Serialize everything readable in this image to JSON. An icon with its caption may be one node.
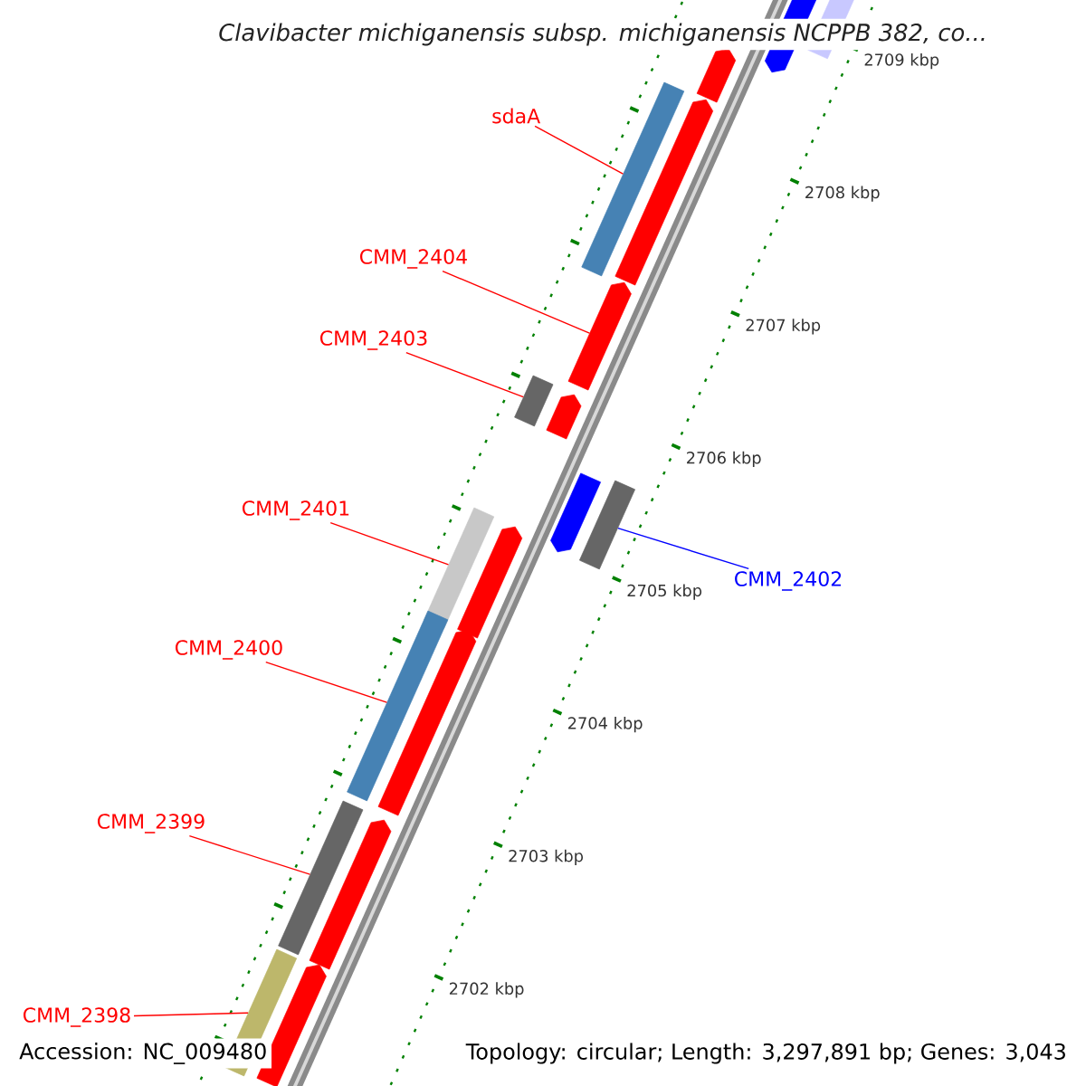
{
  "diagram": {
    "title": "Clavibacter michiganensis subsp. michiganensis NCPPB 382, co...",
    "nodes": [
      {
        "text": [
          "sdaA"
        ]
      },
      {
        "text": [],
        "shape": "bar"
      },
      {
        "text": [
          "CMM_2404"
        ]
      },
      {
        "text": [],
        "shape": "arrow"
      },
      {
        "text": [
          "CMM_2403"
        ]
      },
      {
        "text": [],
        "shape": "bar"
      },
      {
        "text": [
          "CMM_2401"
        ]
      },
      {
        "text": [],
        "shape": "bar"
      },
      {
        "text": [
          "CMM_2402"
        ]
      },
      {
        "text": [],
        "shape": "bar"
      },
      {
        "text": [
          "CMM_2400"
        ]
      },
      {
        "text": [],
        "shape": "bar"
      },
      {
        "text": [
          "CMM_2399"
        ]
      },
      {
        "text": [],
        "shape": "bar"
      },
      {
        "text": [
          "CMM_2398"
        ]
      },
      {
        "text": [],
        "shape": "bar"
      },
      {
        "text": [],
        "shape": "bar"
      },
      {
        "text": [],
        "shape": "arrow"
      },
      {
        "text": [],
        "shape": "arrow"
      },
      {
        "text": [],
        "shape": "arrow"
      },
      {
        "text": [],
        "shape": "arrow"
      },
      {
        "text": [],
        "shape": "arrow"
      },
      {
        "text": [],
        "shape": "arrow"
      },
      {
        "text": [],
        "shape": "arrow"
      },
      {
        "text": [],
        "shape": "arrow"
      },
      {
        "text": [],
        "shape": "arrow"
      }
    ],
    "edges": [
      {
        "from": 0,
        "to": 1,
        "arrow": "none"
      },
      {
        "from": 2,
        "to": 3,
        "arrow": "none"
      },
      {
        "from": 4,
        "to": 5,
        "arrow": "none"
      },
      {
        "from": 6,
        "to": 7,
        "arrow": "none"
      },
      {
        "from": 8,
        "to": 9,
        "arrow": "none",
        "color": "#0000ff"
      },
      {
        "from": 10,
        "to": 11,
        "arrow": "none"
      },
      {
        "from": 12,
        "to": 13,
        "arrow": "none"
      },
      {
        "from": 14,
        "to": 15,
        "arrow": "none"
      }
    ],
    "labels": [
      "2709 kbp",
      "2708 kbp",
      "2707 kbp",
      "2706 kbp",
      "2705 kbp",
      "2704 kbp",
      "2703 kbp",
      "2702 kbp",
      "Accession: NC_009480",
      "Topology: circular; Length: 3,297,891 bp; Genes: 3,043"
    ]
  }
}
